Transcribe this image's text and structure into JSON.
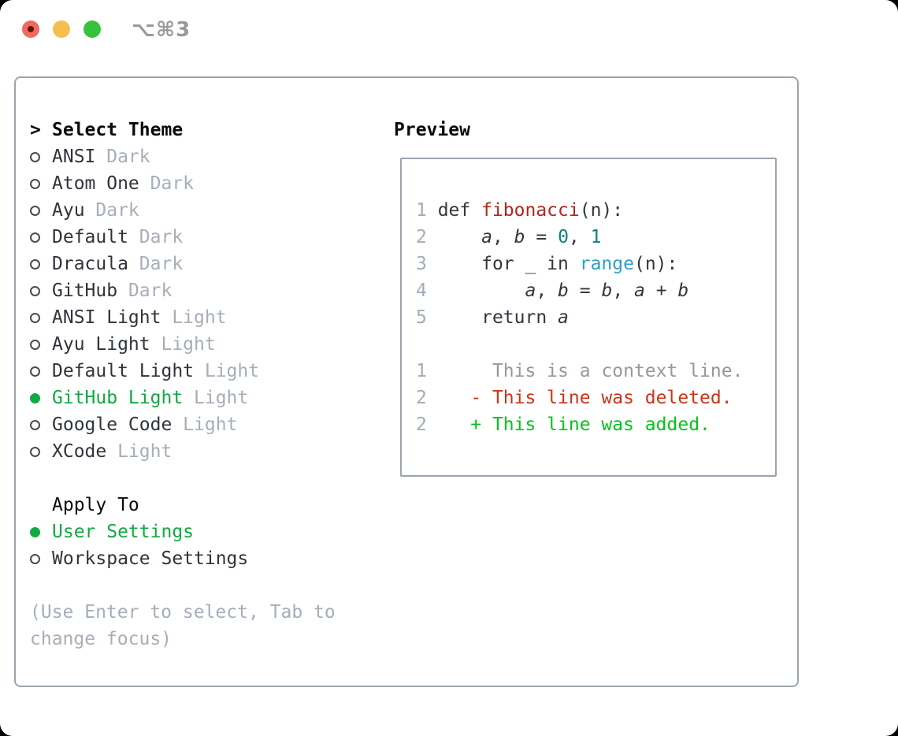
{
  "window": {
    "title": "⌥⌘3"
  },
  "titlebar": {
    "icons": {
      "close": "red-circle-with-dark-dot",
      "minimize": "yellow-circle",
      "zoom": "green-circle"
    }
  },
  "theme_picker": {
    "header_marker": ">",
    "header": "Select Theme",
    "themes": [
      {
        "name": "ANSI",
        "variant": "Dark",
        "selected": false
      },
      {
        "name": "Atom One",
        "variant": "Dark",
        "selected": false
      },
      {
        "name": "Ayu",
        "variant": "Dark",
        "selected": false
      },
      {
        "name": "Default",
        "variant": "Dark",
        "selected": false
      },
      {
        "name": "Dracula",
        "variant": "Dark",
        "selected": false
      },
      {
        "name": "GitHub",
        "variant": "Dark",
        "selected": false
      },
      {
        "name": "ANSI Light",
        "variant": "Light",
        "selected": false
      },
      {
        "name": "Ayu Light",
        "variant": "Light",
        "selected": false
      },
      {
        "name": "Default Light",
        "variant": "Light",
        "selected": false
      },
      {
        "name": "GitHub Light",
        "variant": "Light",
        "selected": true
      },
      {
        "name": "Google Code",
        "variant": "Light",
        "selected": false
      },
      {
        "name": "XCode",
        "variant": "Light",
        "selected": false
      }
    ],
    "apply_to": {
      "header": "Apply To",
      "options": [
        {
          "name": "User Settings",
          "selected": true
        },
        {
          "name": "Workspace Settings",
          "selected": false
        }
      ]
    },
    "help_lines": [
      "(Use Enter to select, Tab to",
      "change focus)"
    ]
  },
  "preview": {
    "header": "Preview",
    "lines": [
      {
        "n": "1",
        "tokens": [
          [
            "def ",
            "p"
          ],
          [
            "fibonacci",
            "fn"
          ],
          [
            "(n):",
            "p"
          ]
        ]
      },
      {
        "n": "2",
        "tokens": [
          [
            "    ",
            "p"
          ],
          [
            "a",
            "v"
          ],
          [
            ", ",
            "p"
          ],
          [
            "b",
            "v"
          ],
          [
            " = ",
            "p"
          ],
          [
            "0",
            "nm"
          ],
          [
            ", ",
            "p"
          ],
          [
            "1",
            "nm"
          ]
        ]
      },
      {
        "n": "3",
        "tokens": [
          [
            "    for _ in ",
            "p"
          ],
          [
            "range",
            "bl"
          ],
          [
            "(n):",
            "p"
          ]
        ]
      },
      {
        "n": "4",
        "tokens": [
          [
            "        ",
            "p"
          ],
          [
            "a",
            "v"
          ],
          [
            ", ",
            "p"
          ],
          [
            "b",
            "v"
          ],
          [
            " = ",
            "p"
          ],
          [
            "b",
            "v"
          ],
          [
            ", ",
            "p"
          ],
          [
            "a",
            "v"
          ],
          [
            " + ",
            "p"
          ],
          [
            "b",
            "v"
          ]
        ]
      },
      {
        "n": "5",
        "tokens": [
          [
            "    return ",
            "p"
          ],
          [
            "a",
            "v"
          ]
        ]
      },
      {
        "n": "",
        "tokens": []
      },
      {
        "n": "1",
        "tokens": [
          [
            "     This is a context line.",
            "ctx"
          ]
        ]
      },
      {
        "n": "2",
        "tokens": [
          [
            "   - This line was deleted.",
            "del"
          ]
        ]
      },
      {
        "n": "2",
        "tokens": [
          [
            "   + This line was added.",
            "add"
          ]
        ]
      }
    ]
  },
  "colors": {
    "page_bg": "#000000",
    "window_bg": "#ffffff",
    "panel_border": "#9aa4ae",
    "preview_border": "#9aa3ae",
    "header_text": "#0a0a0a",
    "item_text": "#2f343b",
    "muted_text": "#a6aeb8",
    "line_number": "#a3acb6",
    "selected_green": "#10a942",
    "code_plain": "#32373e",
    "code_function": "#b0261e",
    "code_number": "#0e7f80",
    "code_builtin": "#2f9eca",
    "diff_context": "#92999e",
    "diff_deleted": "#cc3418",
    "diff_added": "#00c41a",
    "traffic_red": "#f06a5e",
    "traffic_red_dot": "#641310",
    "traffic_yellow": "#f6be4f",
    "traffic_green": "#36c33c",
    "title_text": "#97999c",
    "radio_border": "#454c54"
  }
}
